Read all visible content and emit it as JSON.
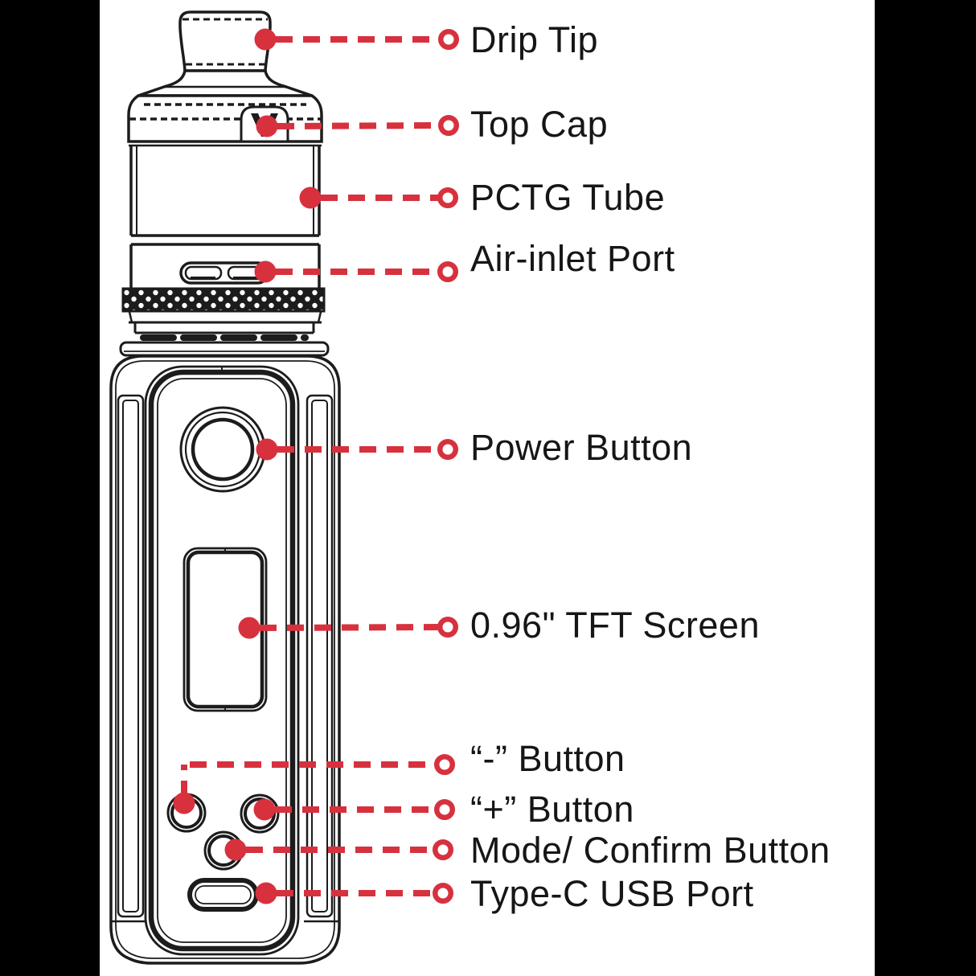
{
  "diagram": {
    "title": "Device parts diagram",
    "device": "vape pen kit (tank on box mod)",
    "accent_color": "#D7313E",
    "line_color": "#1c1c1c",
    "background_color": "#ffffff",
    "letterbox_color": "#000000",
    "logo": "vaporesso-v-logo"
  },
  "labels": [
    {
      "id": "drip-tip",
      "text": "Drip Tip"
    },
    {
      "id": "top-cap",
      "text": "Top Cap"
    },
    {
      "id": "pctg-tube",
      "text": "PCTG Tube"
    },
    {
      "id": "air-inlet",
      "text": "Air-inlet Port"
    },
    {
      "id": "power-button",
      "text": "Power Button"
    },
    {
      "id": "tft-screen",
      "text": "0.96\" TFT Screen"
    },
    {
      "id": "minus-button",
      "text": "“-” Button"
    },
    {
      "id": "plus-button",
      "text": "“+” Button"
    },
    {
      "id": "mode-button",
      "text": "Mode/ Confirm Button"
    },
    {
      "id": "usb-port",
      "text": "Type-C USB Port"
    }
  ]
}
